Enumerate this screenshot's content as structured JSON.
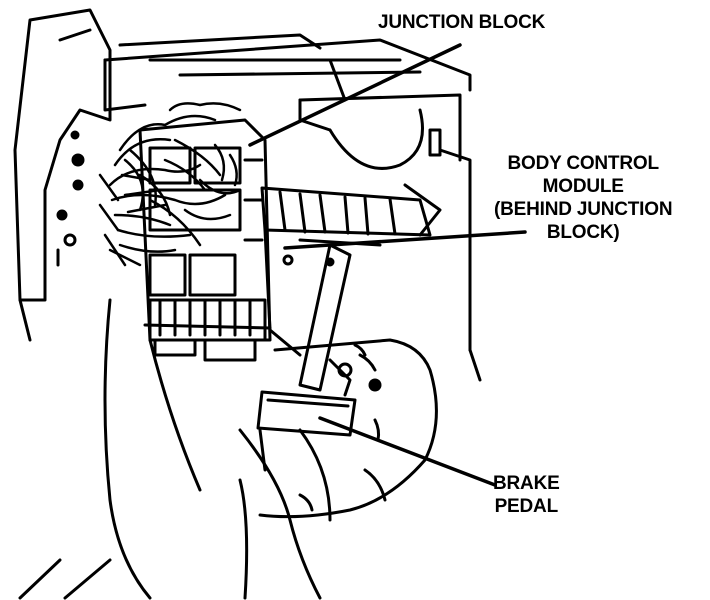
{
  "labels": {
    "junction_block": "JUNCTION BLOCK",
    "body_control_module": {
      "line1": "BODY CONTROL",
      "line2": "MODULE",
      "line3": "(BEHIND JUNCTION",
      "line4": "BLOCK)"
    },
    "brake_pedal": {
      "line1": "BRAKE",
      "line2": "PEDAL"
    }
  },
  "colors": {
    "ink": "#000000",
    "paper": "#ffffff"
  }
}
